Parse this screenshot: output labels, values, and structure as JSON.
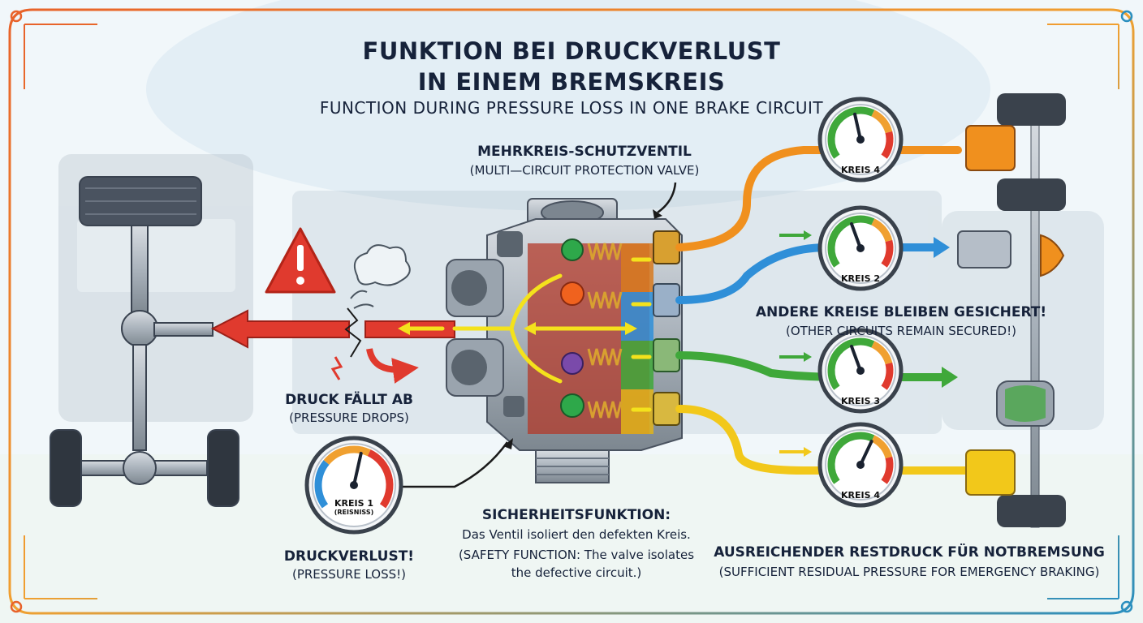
{
  "title": {
    "line1": "FUNKTION BEI DRUCKVERLUST",
    "line2": "IN EINEM BREMSKREIS",
    "subtitle": "FUNCTION DURING PRESSURE LOSS IN ONE BRAKE CIRCUIT"
  },
  "valve": {
    "name": "MEHRKREIS-SCHUTZVENTIL",
    "name_en": "(MULTI—CIRCUIT PROTECTION VALVE)"
  },
  "pressure_drop": {
    "label": "DRUCK FÄLLT AB",
    "label_en": "(PRESSURE DROPS)"
  },
  "pressure_loss": {
    "label": "DRUCKVERLUST!",
    "label_en": "(PRESSURE LOSS!)"
  },
  "gauge1": {
    "label": "KREIS 1",
    "sub": "(REISNISS)"
  },
  "safety": {
    "title": "SICHERHEITSFUNKTION:",
    "text_de": "Das Ventil isoliert den defekten Kreis.",
    "text_en1": "(SAFETY FUNCTION: The valve isolates",
    "text_en2": "the defective circuit.)"
  },
  "others": {
    "label": "ANDERE KREISE BLEIBEN GESICHERT!",
    "label_en": "(OTHER CIRCUITS REMAIN SECURED!)"
  },
  "residual": {
    "label": "AUSREICHENDER RESTDRUCK FÜR NOTBREMSUNG",
    "label_en": "(SUFFICIENT RESIDUAL PRESSURE FOR EMERGENCY BRAKING)"
  },
  "gauges": [
    {
      "label": "KREIS 4",
      "color": "#f0901e"
    },
    {
      "label": "KREIS 2",
      "color": "#2f8fd8"
    },
    {
      "label": "KREIS 3",
      "color": "#3fa83a"
    },
    {
      "label": "KREIS 4",
      "color": "#f2c81a"
    }
  ],
  "colors": {
    "loss": "#e03a2e",
    "flow": "#f4e21c",
    "frame_left": "#e8622a",
    "frame_right": "#2a8fbf"
  }
}
